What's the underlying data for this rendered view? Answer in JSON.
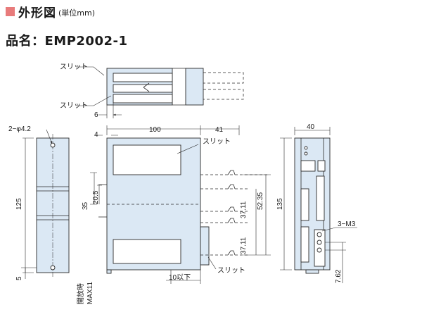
{
  "header": {
    "title": "外形図",
    "unit": "(単位mm)",
    "marker_color": "#e87b7b"
  },
  "model": {
    "label": "品名：EMP2002-1"
  },
  "colors": {
    "body_fill": "#dbe8f4",
    "outline": "#2a2a2a"
  },
  "labels": {
    "slit": "スリット",
    "hole": "2−φ4.2",
    "screw": "3−M3",
    "clearance": "10以下",
    "open_text": "開放時",
    "open_max": "MAX11"
  },
  "dims": {
    "d6": "6",
    "d4": "4",
    "d100": "100",
    "d41": "41",
    "d40": "40",
    "d125": "125",
    "d5": "5",
    "d35": "35",
    "d20_5": "20.5",
    "d37_11_a": "37.11",
    "d37_11_b": "37.11",
    "d52_35": "52.35",
    "d135": "135",
    "d7_62": "7.62"
  }
}
